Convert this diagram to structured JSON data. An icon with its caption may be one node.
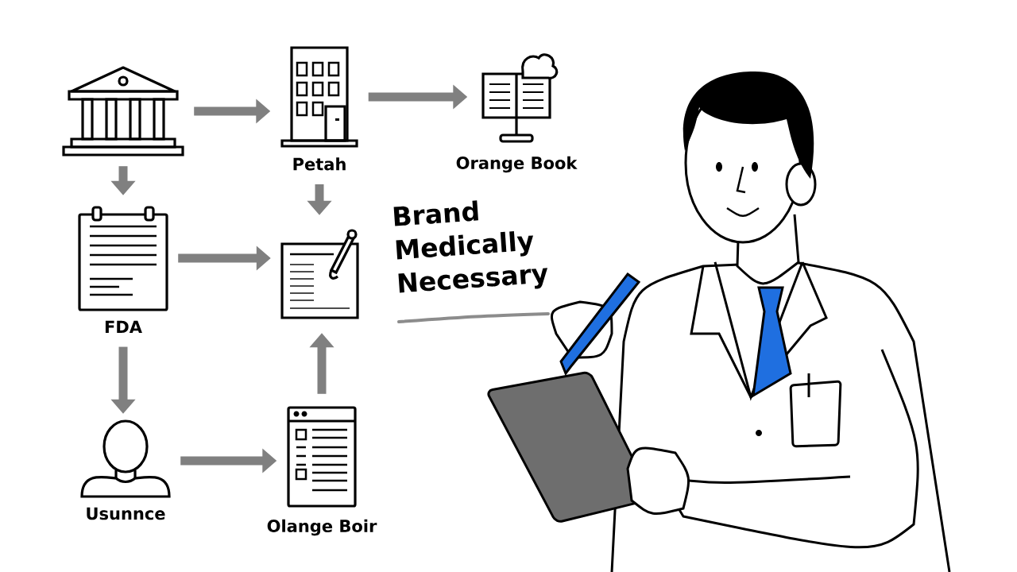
{
  "diagram": {
    "nodes": [
      {
        "text": [],
        "shape": "picture"
      },
      {
        "text": [
          "Petah"
        ]
      },
      {
        "text": [
          "Orange Book"
        ]
      },
      {
        "text": [
          "FDA"
        ]
      },
      {
        "text": [],
        "shape": "picture"
      },
      {
        "text": [
          "Usunnce"
        ]
      },
      {
        "text": [
          "Olange Boir"
        ]
      }
    ],
    "edges": [
      {
        "from": 0,
        "to": 1,
        "arrow": "to"
      },
      {
        "from": 1,
        "to": 2,
        "arrow": "to"
      },
      {
        "from": 0,
        "to": 3,
        "arrow": "to"
      },
      {
        "from": 1,
        "to": 4,
        "arrow": "to"
      },
      {
        "from": 3,
        "to": 4,
        "arrow": "to"
      },
      {
        "from": 3,
        "to": 5,
        "arrow": "to"
      },
      {
        "from": 5,
        "to": 6,
        "arrow": "to"
      },
      {
        "from": 6,
        "to": 4,
        "arrow": "to"
      }
    ],
    "labels": [
      "Brand Medically Necessary"
    ]
  }
}
